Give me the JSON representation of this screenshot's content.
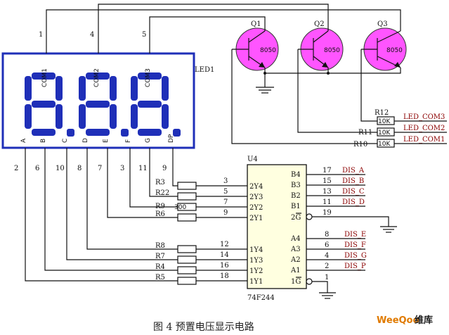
{
  "figure": {
    "caption": "图 4    预置电压显示电路",
    "watermark_brand": "WeeQoo",
    "watermark_site": "维库"
  },
  "colors": {
    "display": "#1f2fb8",
    "transistor": "#ff55ff",
    "label_red": "#8b0000",
    "wire": "#111111",
    "watermark_orange": "#e07a00"
  },
  "display": {
    "label": "LED1",
    "digits": [
      "8.",
      "8.",
      "8."
    ],
    "com_labels": [
      "COM1",
      "COM2",
      "COM3"
    ],
    "top_pin_numbers": [
      "1",
      "4",
      "5"
    ],
    "segment_letters": [
      "A",
      "B",
      "C",
      "D",
      "E",
      "F",
      "G",
      "DP"
    ],
    "bottom_pin_numbers": [
      "2",
      "6",
      "10",
      "8",
      "7",
      "3",
      "11",
      "9"
    ]
  },
  "transistors": [
    {
      "name": "Q1",
      "type": "8050"
    },
    {
      "name": "Q2",
      "type": "8050"
    },
    {
      "name": "Q3",
      "type": "8050"
    }
  ],
  "base_resistors": [
    {
      "name": "R12",
      "value": "10K",
      "net": "LED_COM3"
    },
    {
      "name": "R11",
      "value": "10K",
      "net": "LED_COM2"
    },
    {
      "name": "R10",
      "value": "10K",
      "net": "LED_COM1"
    }
  ],
  "segment_resistors_top": [
    {
      "name": "R3",
      "value": "",
      "pin": "3",
      "port": "2Y4"
    },
    {
      "name": "R22",
      "value": "",
      "pin": "5",
      "port": "2Y3"
    },
    {
      "name": "R9",
      "value": "300",
      "pin": "7",
      "port": "2Y2"
    },
    {
      "name": "R6",
      "value": "",
      "pin": "9",
      "port": "2Y1"
    }
  ],
  "segment_resistors_bottom": [
    {
      "name": "R8",
      "pin": "12",
      "port": "1Y4"
    },
    {
      "name": "R7",
      "pin": "14",
      "port": "1Y3"
    },
    {
      "name": "R4",
      "pin": "16",
      "port": "1Y2"
    },
    {
      "name": "R5",
      "pin": "18",
      "port": "1Y1"
    }
  ],
  "ic": {
    "ref": "U4",
    "part": "74F244",
    "inputs_top": [
      {
        "port": "B4",
        "pin": "17",
        "net": "DIS_A"
      },
      {
        "port": "B3",
        "pin": "15",
        "net": "DIS_B"
      },
      {
        "port": "B2",
        "pin": "13",
        "net": "DIS_C"
      },
      {
        "port": "B1",
        "pin": "11",
        "net": "DIS_D"
      }
    ],
    "enable_2": {
      "port": "2G",
      "pin": "19"
    },
    "inputs_bottom": [
      {
        "port": "A4",
        "pin": "8",
        "net": "DIS_E"
      },
      {
        "port": "A3",
        "pin": "6",
        "net": "DIS_F"
      },
      {
        "port": "A2",
        "pin": "4",
        "net": "DIS_G"
      },
      {
        "port": "A1",
        "pin": "2",
        "net": "DIS_P"
      }
    ],
    "enable_1": {
      "port": "1G",
      "pin": "1"
    }
  }
}
